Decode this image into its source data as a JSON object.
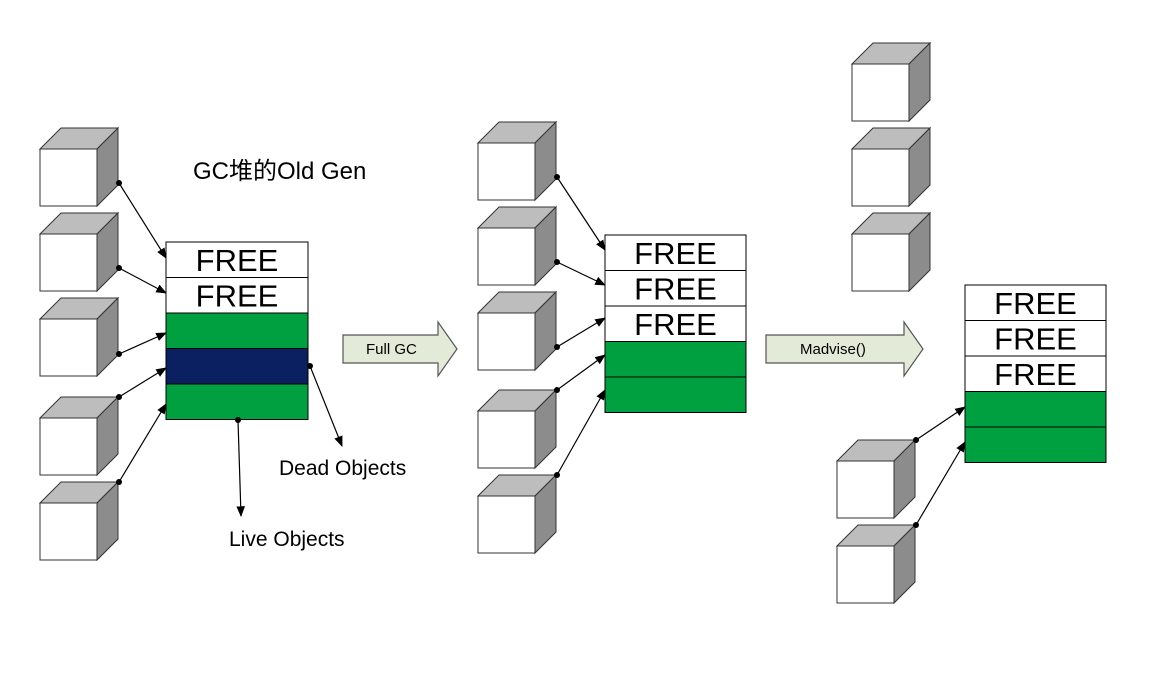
{
  "title": "GC堆的Old Gen",
  "labels": {
    "dead_objects": "Dead Objects",
    "live_objects": "Live Objects"
  },
  "transitions": {
    "full_gc": "Full GC",
    "madvise": "Madvise()"
  },
  "stages": [
    {
      "name": "before",
      "slots": [
        {
          "kind": "free",
          "text": "FREE"
        },
        {
          "kind": "free",
          "text": "FREE"
        },
        {
          "kind": "live",
          "text": ""
        },
        {
          "kind": "dead",
          "text": ""
        },
        {
          "kind": "live",
          "text": ""
        }
      ]
    },
    {
      "name": "after-full-gc",
      "slots": [
        {
          "kind": "free",
          "text": "FREE"
        },
        {
          "kind": "free",
          "text": "FREE"
        },
        {
          "kind": "free",
          "text": "FREE"
        },
        {
          "kind": "live",
          "text": ""
        },
        {
          "kind": "live",
          "text": ""
        }
      ]
    },
    {
      "name": "after-madvise",
      "slots": [
        {
          "kind": "free",
          "text": "FREE"
        },
        {
          "kind": "free",
          "text": "FREE"
        },
        {
          "kind": "free",
          "text": "FREE"
        },
        {
          "kind": "live",
          "text": ""
        },
        {
          "kind": "live",
          "text": ""
        }
      ]
    }
  ],
  "colors": {
    "free": "#ffffff",
    "live": "#00a040",
    "dead": "#0a2060",
    "cube_front": "#ffffff",
    "cube_side": "#8c8c8c",
    "cube_top": "#bdbdbd",
    "transition_arrow": "#e3ead8"
  }
}
